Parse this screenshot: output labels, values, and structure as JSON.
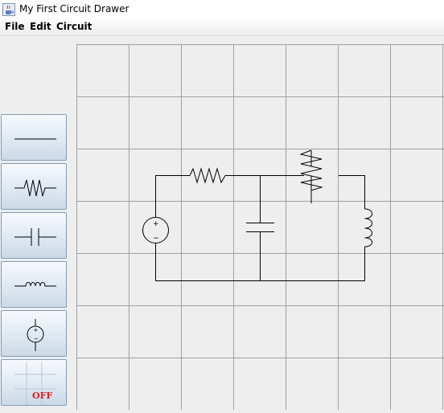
{
  "window": {
    "title": "My First Circuit Drawer",
    "icon": "java-coffee-cup-icon"
  },
  "menubar": {
    "items": [
      {
        "label": "File"
      },
      {
        "label": "Edit"
      },
      {
        "label": "Circuit"
      }
    ]
  },
  "toolbar": {
    "buttons": [
      {
        "icon": "wire-icon"
      },
      {
        "icon": "resistor-icon"
      },
      {
        "icon": "capacitor-icon"
      },
      {
        "icon": "inductor-icon"
      },
      {
        "icon": "voltage-source-icon"
      },
      {
        "icon": "grid-toggle-icon",
        "label": "OFF"
      }
    ]
  },
  "canvas": {
    "grid": true,
    "grid_color": "#a0a0a0",
    "components": [
      {
        "type": "voltage-source",
        "polarity": [
          "+",
          "−"
        ]
      },
      {
        "type": "resistor"
      },
      {
        "type": "capacitor"
      },
      {
        "type": "resistor",
        "orientation": "vertical"
      },
      {
        "type": "inductor"
      },
      {
        "type": "wire"
      }
    ]
  }
}
